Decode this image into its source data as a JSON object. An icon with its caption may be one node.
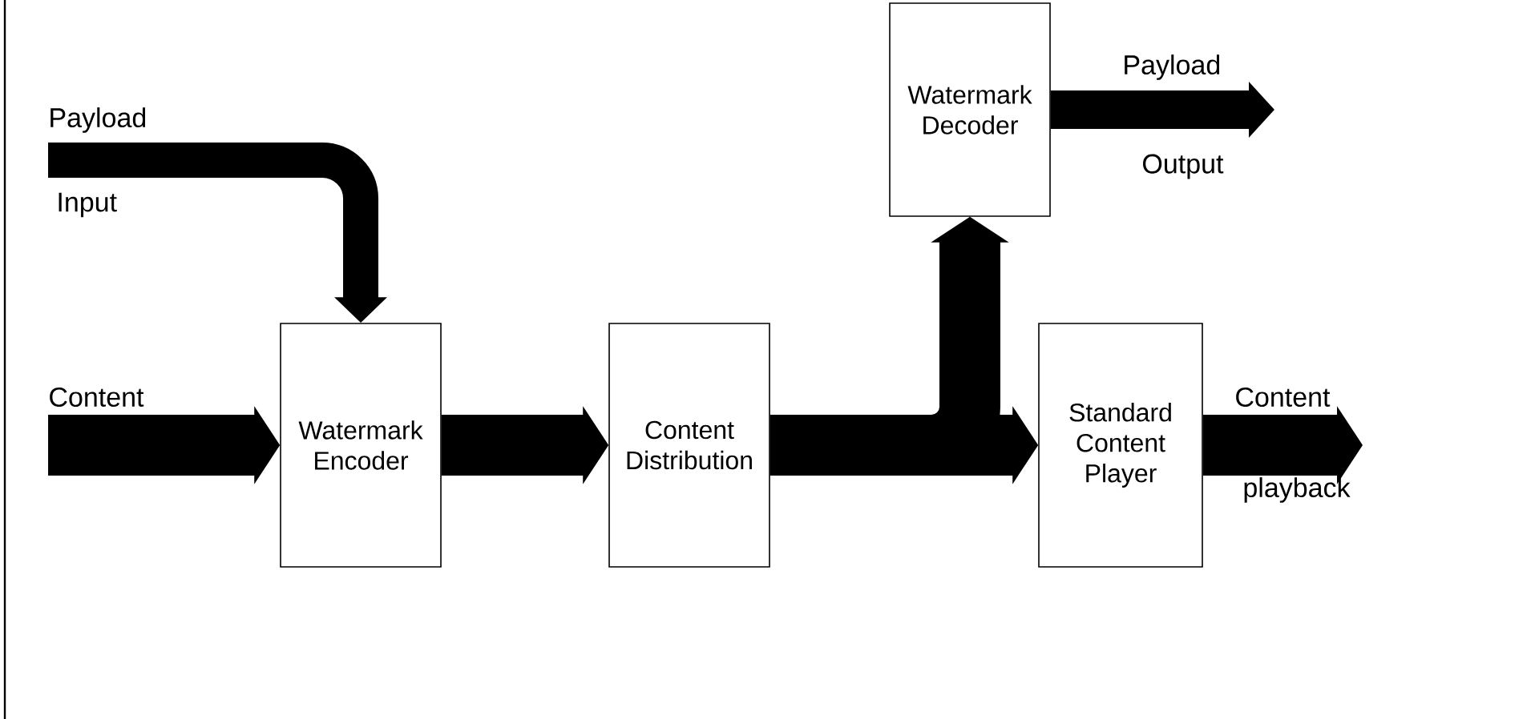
{
  "diagram": {
    "nodes": [
      {
        "text": [
          "Watermark Encoder"
        ]
      },
      {
        "text": [
          "Content Distribution"
        ]
      },
      {
        "text": [
          "Watermark Decoder"
        ]
      },
      {
        "text": [
          "Standard Content Player"
        ]
      }
    ],
    "edges": [
      {
        "from": null,
        "to": 0,
        "arrow": "to"
      },
      {
        "from": null,
        "to": 0,
        "arrow": "to"
      },
      {
        "from": 0,
        "to": 1,
        "arrow": "to"
      },
      {
        "from": 1,
        "to": 3,
        "arrow": "to"
      },
      {
        "from": 1,
        "to": 2,
        "arrow": "to"
      },
      {
        "from": 2,
        "to": null,
        "arrow": "to"
      },
      {
        "from": 3,
        "to": null,
        "arrow": "to"
      }
    ],
    "labels": [
      "Payload",
      "Input",
      "Content",
      "Payload",
      "Output",
      "Content",
      "playback"
    ]
  }
}
